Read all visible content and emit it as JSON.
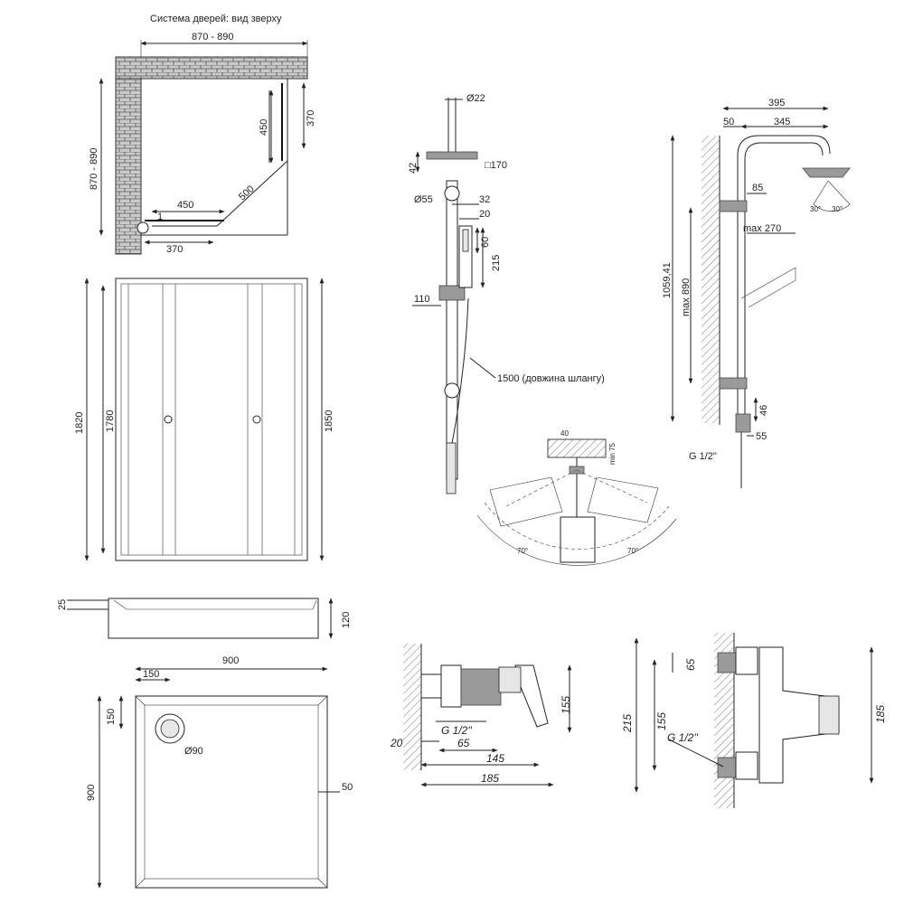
{
  "colors": {
    "line": "#222222",
    "fill_gray": "#9a9a9a",
    "background": "#ffffff"
  },
  "top_view": {
    "title": "Система дверей: вид зверху",
    "width": "870 - 890",
    "height": "870 - 890",
    "door_vertical": "450",
    "door_vertical_gap": "370",
    "door_horizontal": "450",
    "door_horizontal_gap": "370",
    "diagonal": "500",
    "marker": "1"
  },
  "front_view": {
    "h_outer": "1820",
    "h_inner": "1780",
    "h_total": "1850"
  },
  "tray_side": {
    "rim": "25",
    "height": "120"
  },
  "tray_top": {
    "width": "900",
    "drain_offset_x": "150",
    "drain_offset_y": "150",
    "drain_diameter": "Ø90",
    "depth": "900",
    "border": "50"
  },
  "hand_shower": {
    "pipe_diameter": "Ø22",
    "head_height": "42",
    "head_size": "□170",
    "holder_diameter": "Ø55",
    "holder_32": "32",
    "holder_20": "20",
    "handle_60": "60",
    "handle_215": "215",
    "mount_110": "110",
    "hose_length": "1500 (довжина шлангу)"
  },
  "head_detail": {
    "width": "40",
    "min": "min 75",
    "angle_left": "70°",
    "angle_right": "70°"
  },
  "column": {
    "total": "395",
    "offset_50": "50",
    "arm_345": "345",
    "bracket_85": "85",
    "max_270": "max 270",
    "height_1059": "1059,41",
    "max_890": "max 890",
    "size_46": "46",
    "size_55": "55",
    "thread": "G 1/2\"",
    "angle_left": "30°",
    "angle_right": "30°"
  },
  "mixer_side": {
    "thread": "G 1/2\"",
    "d20": "20",
    "d65": "65",
    "d145": "145",
    "d185": "185",
    "d155": "155"
  },
  "mixer_front": {
    "d65": "65",
    "d215": "215",
    "d155": "155",
    "d185": "185",
    "thread": "G 1/2''"
  }
}
